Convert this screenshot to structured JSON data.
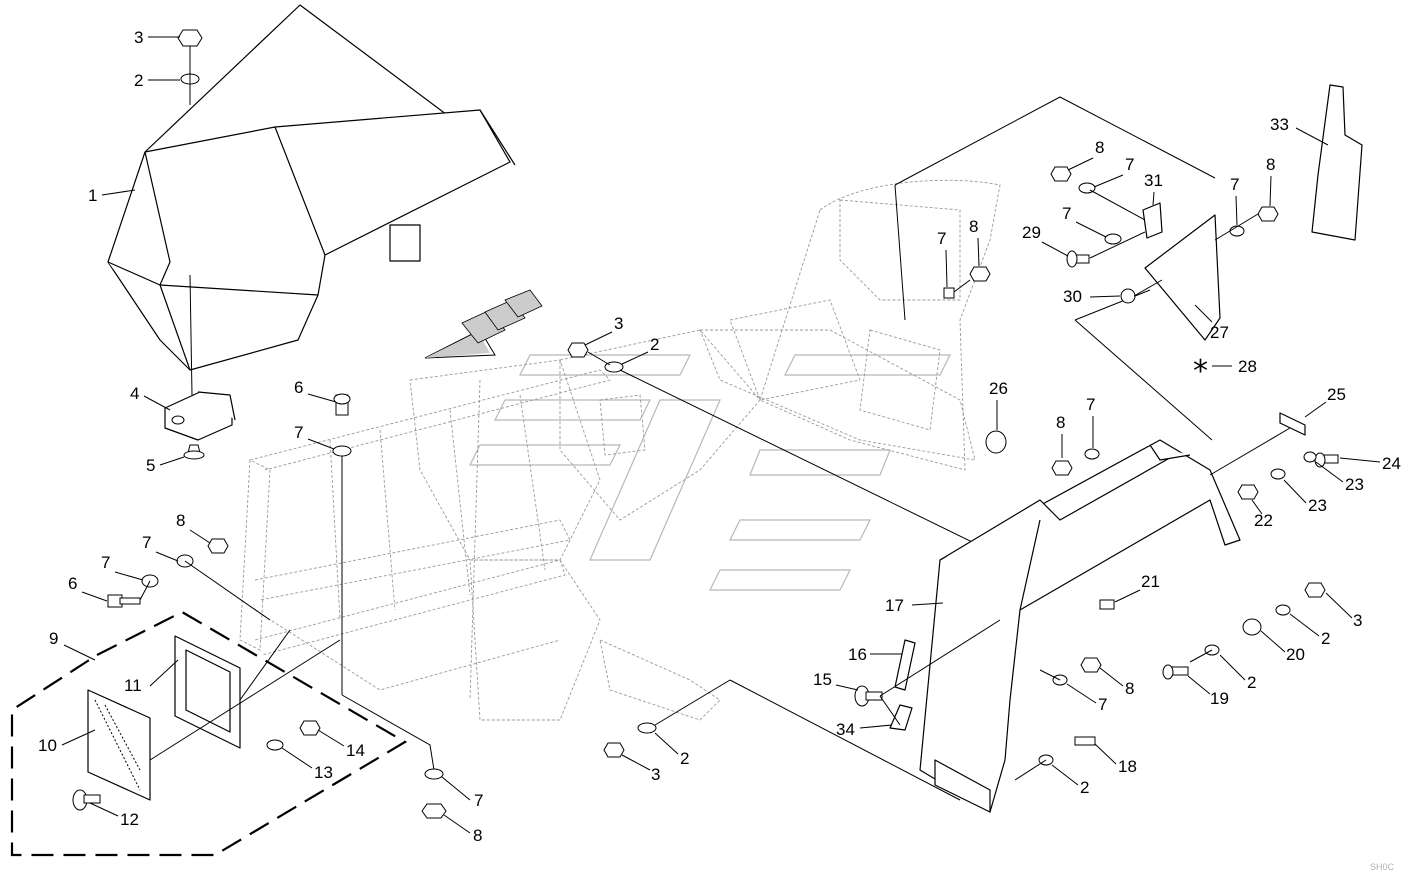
{
  "diagram": {
    "labels": [
      {
        "id": "1",
        "text": "1"
      },
      {
        "id": "2",
        "text": "2"
      },
      {
        "id": "3",
        "text": "3"
      },
      {
        "id": "4",
        "text": "4"
      },
      {
        "id": "5",
        "text": "5"
      },
      {
        "id": "6",
        "text": "6"
      },
      {
        "id": "7",
        "text": "7"
      },
      {
        "id": "8",
        "text": "8"
      },
      {
        "id": "9",
        "text": "9"
      },
      {
        "id": "10",
        "text": "10"
      },
      {
        "id": "11",
        "text": "11"
      },
      {
        "id": "12",
        "text": "12"
      },
      {
        "id": "13",
        "text": "13"
      },
      {
        "id": "14",
        "text": "14"
      },
      {
        "id": "15",
        "text": "15"
      },
      {
        "id": "16",
        "text": "16"
      },
      {
        "id": "17",
        "text": "17"
      },
      {
        "id": "18",
        "text": "18"
      },
      {
        "id": "19",
        "text": "19"
      },
      {
        "id": "20",
        "text": "20"
      },
      {
        "id": "21",
        "text": "21"
      },
      {
        "id": "22",
        "text": "22"
      },
      {
        "id": "23",
        "text": "23"
      },
      {
        "id": "24",
        "text": "24"
      },
      {
        "id": "25",
        "text": "25"
      },
      {
        "id": "26",
        "text": "26"
      },
      {
        "id": "27",
        "text": "27"
      },
      {
        "id": "28",
        "text": "28"
      },
      {
        "id": "29",
        "text": "29"
      },
      {
        "id": "30",
        "text": "30"
      },
      {
        "id": "31",
        "text": "31"
      },
      {
        "id": "33",
        "text": "33"
      },
      {
        "id": "34",
        "text": "34"
      }
    ],
    "star_symbol": "*",
    "footer_code": "SH0C"
  }
}
